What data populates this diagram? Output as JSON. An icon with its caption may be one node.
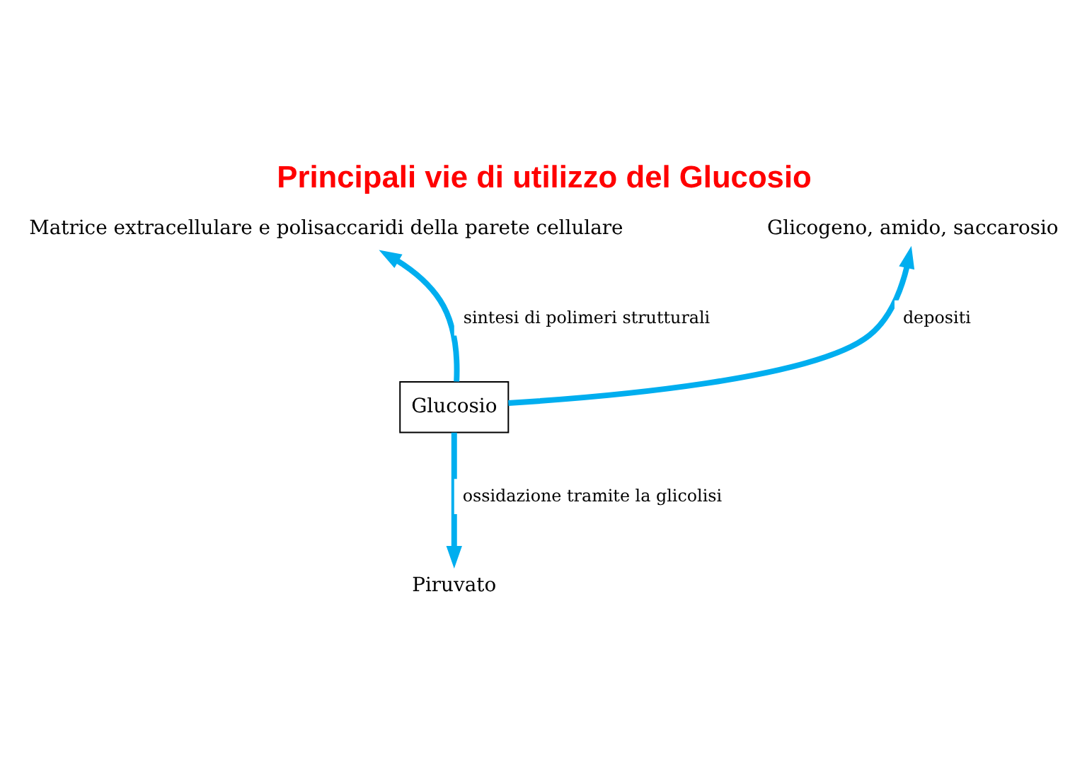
{
  "diagram": {
    "title": "Principali vie di utilizzo del Glucosio",
    "nodes": [
      {
        "text": [
          "Glucosio"
        ]
      },
      {
        "text": [
          "Matrice extracellulare e polisaccaridi della parete cellulare"
        ]
      },
      {
        "text": [
          "Glicogeno, amido, saccarosio"
        ]
      },
      {
        "text": [
          "Piruvato"
        ]
      }
    ],
    "edges": [
      {
        "from": 0,
        "to": 1,
        "arrow": "to",
        "label": "sintesi di polimeri strutturali"
      },
      {
        "from": 0,
        "to": 2,
        "arrow": "to",
        "label": "depositi"
      },
      {
        "from": 0,
        "to": 3,
        "arrow": "to",
        "label": "ossidazione tramite la glicolisi"
      }
    ]
  }
}
